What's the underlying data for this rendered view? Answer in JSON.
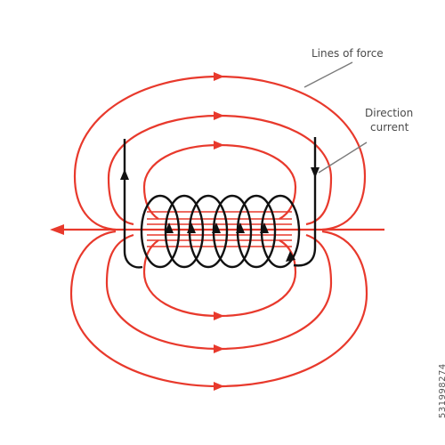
{
  "labels": {
    "lines_of_force": "Lines of force",
    "direction": "Direction",
    "current": "current"
  },
  "stock": {
    "id": "531998274"
  },
  "colors": {
    "field_lines": "#e8392c",
    "coil": "#111111",
    "leader_line": "#7a7a7a",
    "text": "#4a4a4a"
  }
}
